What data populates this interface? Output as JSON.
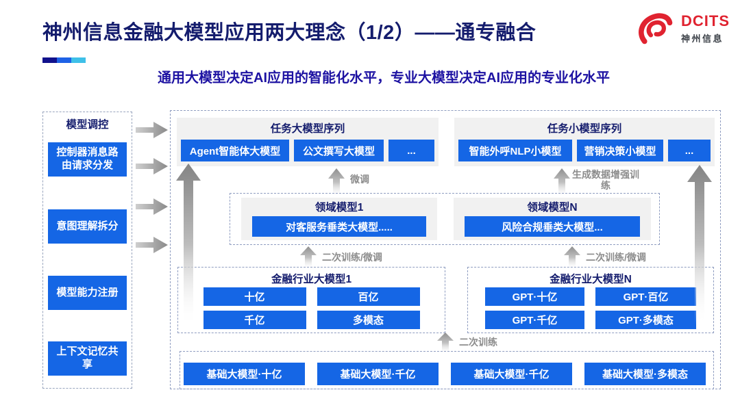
{
  "header": {
    "title": "神州信息金融大模型应用两大理念（1/2）——通专融合",
    "subtitle": "通用大模型决定AI应用的智能化水平，专业大模型决定AI应用的专业化水平",
    "logo": {
      "brand": "DCITS",
      "brand_cn": "神州信息"
    },
    "accent_colors": [
      "#11118c",
      "#1e62e6",
      "#3ec0e8"
    ]
  },
  "sidebar": {
    "title": "模型调控",
    "items": [
      {
        "label": "控制器消息路由请求分发"
      },
      {
        "label": "意图理解拆分"
      },
      {
        "label": "模型能力注册"
      },
      {
        "label": "上下文记忆共享"
      }
    ]
  },
  "diagram": {
    "task_large": {
      "title": "任务大模型序列",
      "items": [
        "Agent智能体大模型",
        "公文撰写大模型",
        "..."
      ]
    },
    "task_small": {
      "title": "任务小模型序列",
      "items": [
        "智能外呼NLP小模型",
        "营销决策小模型",
        "..."
      ]
    },
    "domain": {
      "groups": [
        {
          "title": "领域模型1",
          "model": "对客服务垂类大模型....."
        },
        {
          "title": "领域模型N",
          "model": "风险合规垂类大模型..."
        }
      ]
    },
    "industry": {
      "groups": [
        {
          "title": "金融行业大模型1",
          "items": [
            "十亿",
            "百亿",
            "千亿",
            "多模态"
          ]
        },
        {
          "title": "金融行业大模型N",
          "items": [
            "GPT·十亿",
            "GPT·百亿",
            "GPT·千亿",
            "GPT·多模态"
          ]
        }
      ]
    },
    "base": {
      "items": [
        "基础大模型·十亿",
        "基础大模型·千亿",
        "基础大模型·千亿",
        "基础大模型·多模态"
      ]
    },
    "arrow_labels": {
      "finetune": "微调",
      "augment": "生成数据增强训练",
      "retrain_finetune_left": "二次训练/微调",
      "retrain_finetune_right": "二次训练/微调",
      "retrain": "二次训练"
    }
  },
  "colors": {
    "node_blue": "#1566e5",
    "navy_text": "#141c6d",
    "subtitle_navy": "#1d12a2",
    "brand_red": "#e02330",
    "arrow_gray": "#8c8c8c",
    "group_bg": "#f1f1f1",
    "dash_border": "#8e9cc0"
  }
}
